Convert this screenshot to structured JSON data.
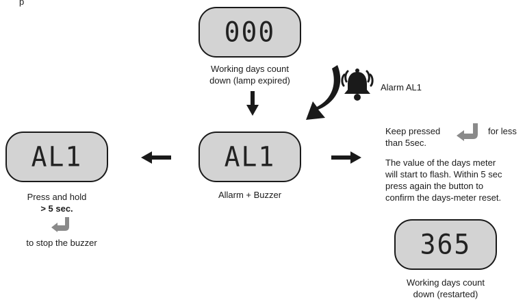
{
  "top_fragment": "p",
  "displays": {
    "top": "000",
    "left": "AL1",
    "center": "AL1",
    "right": "365"
  },
  "captions": {
    "top_line1": "Working days count",
    "top_line2": "down (lamp expired)",
    "alarm": "Alarm AL1",
    "center": "Allarm + Buzzer",
    "left_line1": "Press and hold",
    "left_line2": "> 5 sec.",
    "left_line3": "to stop the buzzer",
    "right_bottom_line1": "Working days count",
    "right_bottom_line2": "down (restarted)"
  },
  "instructions": {
    "keep_pressed": "Keep pressed",
    "for_less": "for less",
    "than": "than 5sec.",
    "para_line1": "The value of the days meter",
    "para_line2": "will start to flash. Within 5 sec",
    "para_line3": "press again the button to",
    "para_line4": "confirm the days-meter reset."
  },
  "icons": [
    "bell-icon",
    "enter-key-icon",
    "arrow-right-icon",
    "arrow-left-icon",
    "arrow-down-icon",
    "curved-arrow-icon"
  ],
  "colors": {
    "lcd_fill": "#d3d3d3",
    "outline": "#1a1a1a",
    "key_icon": "#8a8a8a"
  }
}
